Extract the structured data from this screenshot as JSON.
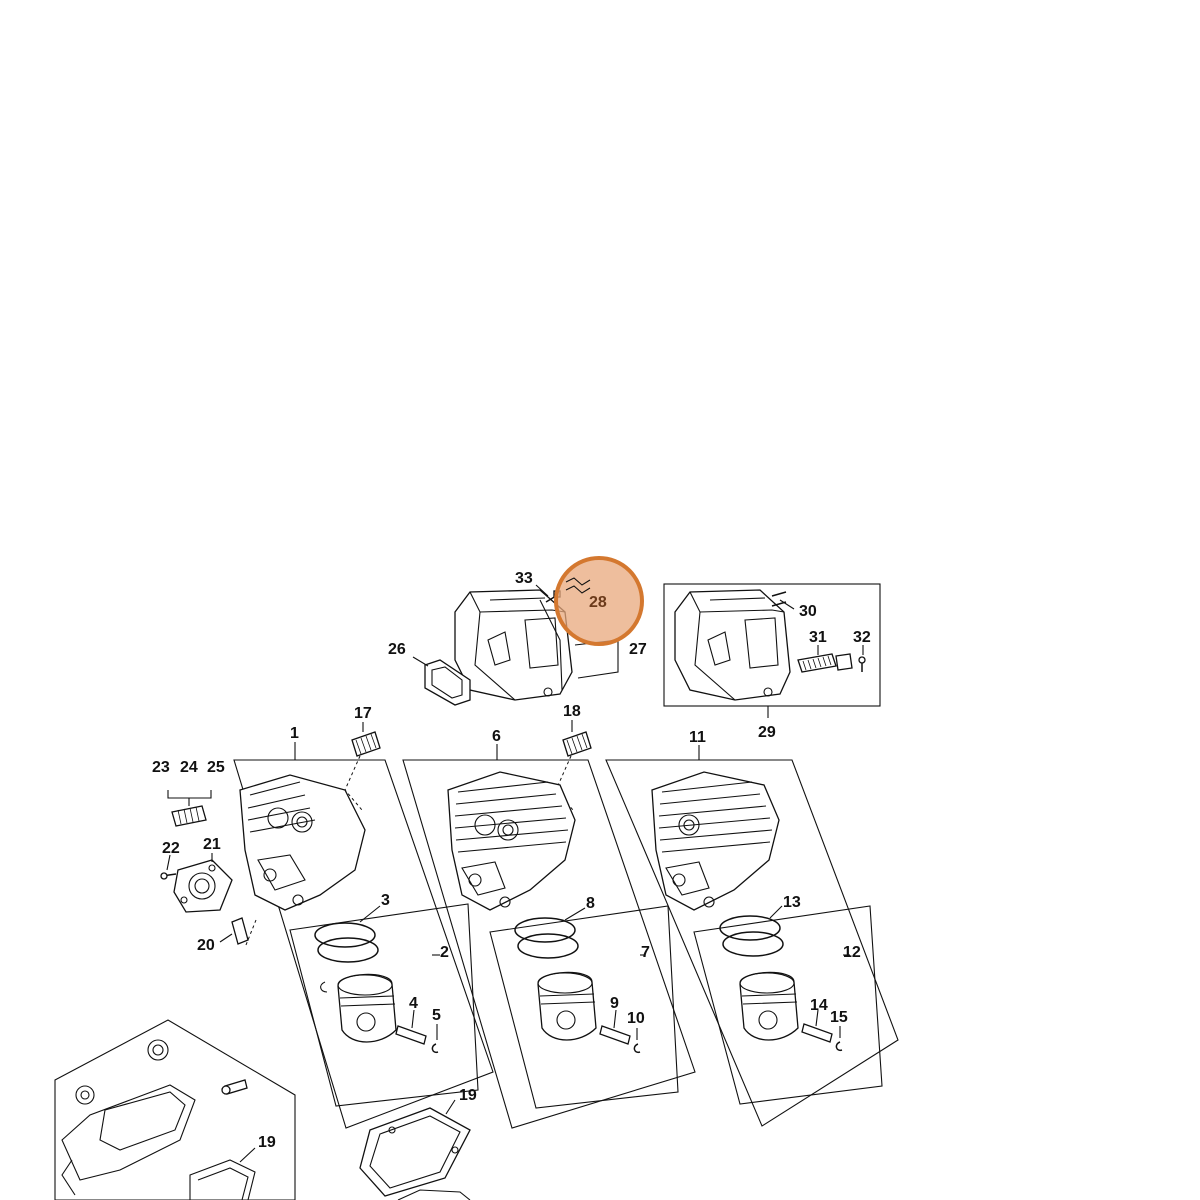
{
  "highlight": {
    "label": "28",
    "color": "#E8A87C",
    "ring_color": "#D4782F"
  },
  "labels": {
    "l1": "1",
    "l2": "2",
    "l3": "3",
    "l4": "4",
    "l5": "5",
    "l6": "6",
    "l7": "7",
    "l8": "8",
    "l9": "9",
    "l10": "10",
    "l11": "11",
    "l12": "12",
    "l13": "13",
    "l14": "14",
    "l15": "15",
    "l17": "17",
    "l18": "18",
    "l19a": "19",
    "l19b": "19",
    "l20": "20",
    "l21": "21",
    "l22": "22",
    "l23": "23",
    "l24": "24",
    "l25": "25",
    "l26": "26",
    "l27": "27",
    "l29": "29",
    "l30": "30",
    "l31": "31",
    "l32": "32",
    "l33": "33"
  },
  "icons": {
    "muffler": "muffler-icon",
    "cylinder": "cylinder-icon",
    "piston": "piston-icon",
    "piston_rings": "piston-rings-icon",
    "gasket": "gasket-icon",
    "spark_plug": "spark-plug-icon",
    "crankcase": "crankcase-icon"
  }
}
